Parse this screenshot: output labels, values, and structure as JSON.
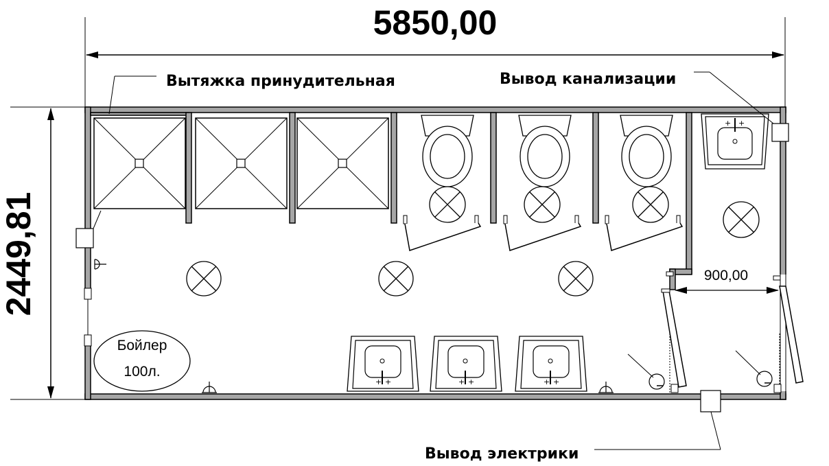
{
  "dimensions": {
    "total_length": "5850,00",
    "total_width": "2449,81",
    "door_width": "900,00"
  },
  "labels": {
    "ventilation": "Вытяжка принудительная",
    "sewage_outlet": "Вывод канализации",
    "electrical_outlet": "Вывод электрики",
    "boiler_line1": "Бойлер",
    "boiler_line2": "100л."
  },
  "fixtures": {
    "shower_cabins": 3,
    "toilet_cabins": 3,
    "washbasins": 4,
    "ceiling_lights": 7
  },
  "colors": {
    "wall_fill": "#a6a6a6",
    "line": "#000000",
    "background": "#ffffff"
  }
}
